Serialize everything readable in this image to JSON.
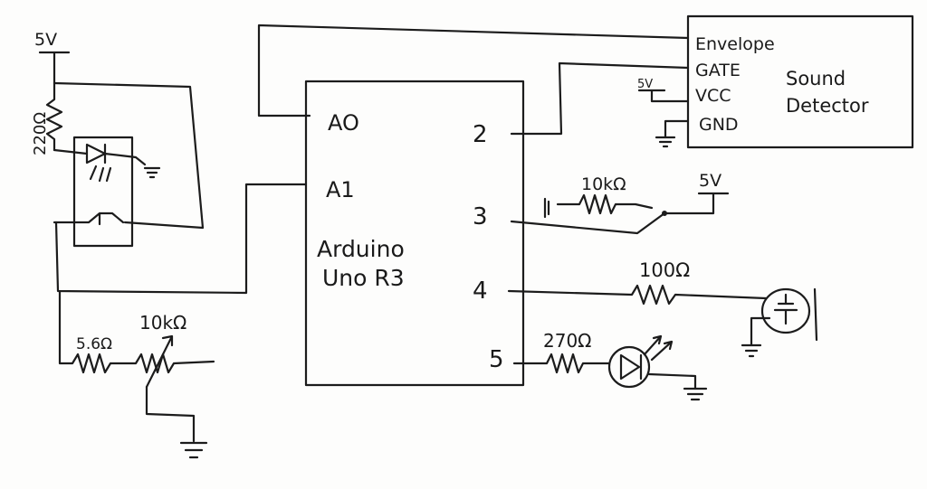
{
  "arduino": {
    "line1": "Arduino",
    "line2": "Uno R3"
  },
  "pins": {
    "a0": "AO",
    "a1": "A1",
    "p2": "2",
    "p3": "3",
    "p4": "4",
    "p5": "5"
  },
  "sound_detector": {
    "envelope": "Envelope",
    "gate": "GATE",
    "vcc": "VCC",
    "gnd": "GND",
    "title_line1": "Sound",
    "title_line2": "Detector"
  },
  "supply": {
    "top_left": "5V",
    "vcc_5v": "5V",
    "switch_5v": "5V"
  },
  "resistors": {
    "led_top": "220Ω",
    "switch": "10kΩ",
    "buzzer": "100Ω",
    "led_out": "270Ω",
    "divider_fixed": "5.6Ω",
    "divider_pot": "10kΩ"
  }
}
